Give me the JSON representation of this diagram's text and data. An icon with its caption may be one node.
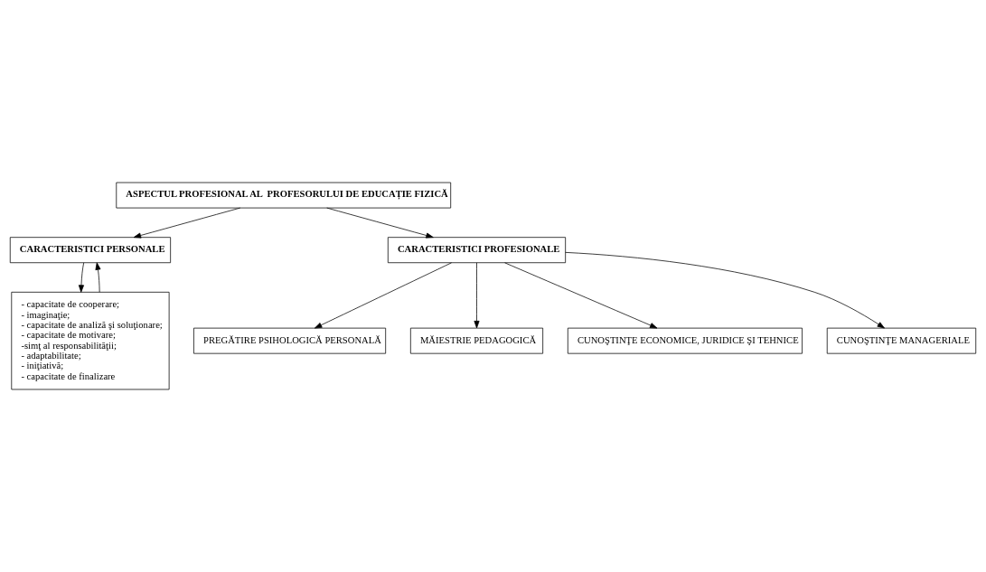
{
  "diagram": {
    "nodes": [
      {
        "text": [
          "ASPECTUL PROFESIONAL AL  PROFESORULUI DE EDUCAȚIE FIZICĂ"
        ]
      },
      {
        "text": [
          "CARACTERISTICI PERSONALE"
        ]
      },
      {
        "text": [
          "CARACTERISTICI PROFESIONALE"
        ]
      },
      {
        "text": [
          "- capacitate de cooperare;",
          "- imaginaţie;",
          "- capacitate de analiză şi soluţionare;",
          "- capacitate de motivare;",
          "-simţ al responsabilităţii;",
          "- adaptabilitate;",
          "- iniţiativă;",
          "- capacitate de finalizare"
        ]
      },
      {
        "text": [
          "PREGĂTIRE PSIHOLOGICĂ PERSONALĂ"
        ]
      },
      {
        "text": [
          "MĂIESTRIE PEDAGOGICĂ"
        ]
      },
      {
        "text": [
          "CUNOŞTINŢE ECONOMICE, JURIDICE ŞI TEHNICE"
        ]
      },
      {
        "text": [
          "CUNOŞTINŢE MANAGERIALE"
        ]
      }
    ],
    "edges": [
      {
        "from": 0,
        "to": 1,
        "arrow": "to"
      },
      {
        "from": 0,
        "to": 2,
        "arrow": "to"
      },
      {
        "from": 1,
        "to": 3,
        "arrow": "to"
      },
      {
        "from": 3,
        "to": 1,
        "arrow": "to"
      },
      {
        "from": 2,
        "to": 4,
        "arrow": "to"
      },
      {
        "from": 2,
        "to": 6,
        "arrow": "to"
      },
      {
        "from": 2,
        "to": 7,
        "arrow": "to"
      },
      {
        "from": 2,
        "to": 5,
        "arrow": "to"
      }
    ]
  }
}
